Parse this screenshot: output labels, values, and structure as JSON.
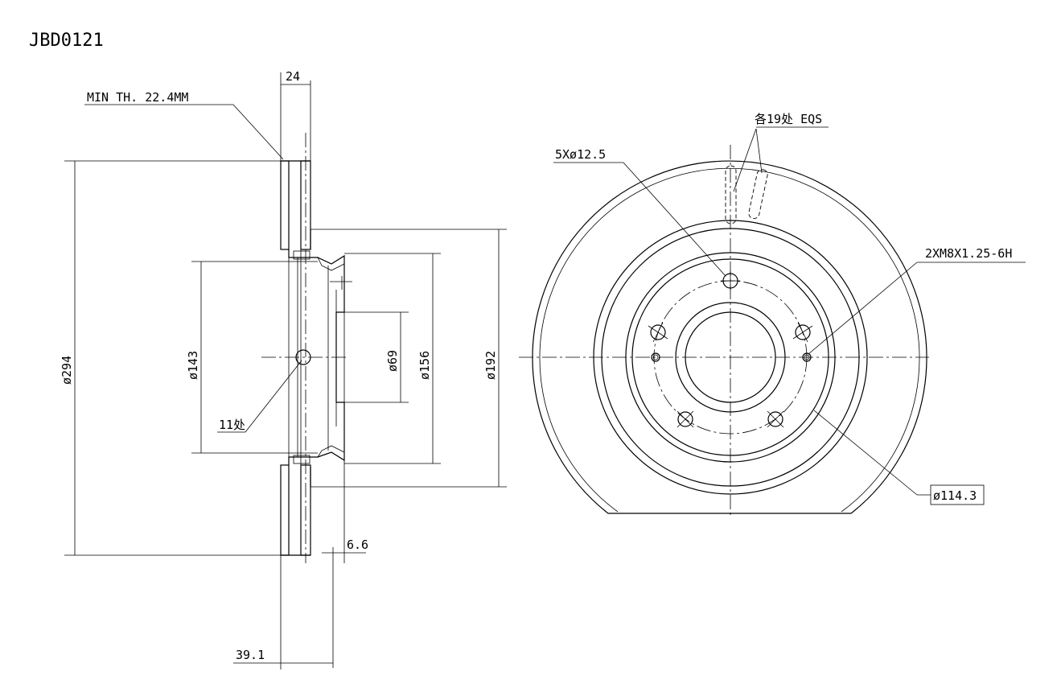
{
  "title": "JBD0121",
  "side_view": {
    "min_thickness": "MIN TH. 22.4MM",
    "thickness": "24",
    "dia_outer": "ø294",
    "dia_143": "ø143",
    "dia_69": "ø69",
    "dia_156": "ø156",
    "dia_192": "ø192",
    "hole_count": "11处",
    "offset_small": "6.6",
    "overall_height": "39.1"
  },
  "front_view": {
    "bolt_holes": "5Xø12.5",
    "slots": "各19处 EQS",
    "threaded_holes": "2XM8X1.25-6H",
    "pcd": "ø114.3"
  }
}
